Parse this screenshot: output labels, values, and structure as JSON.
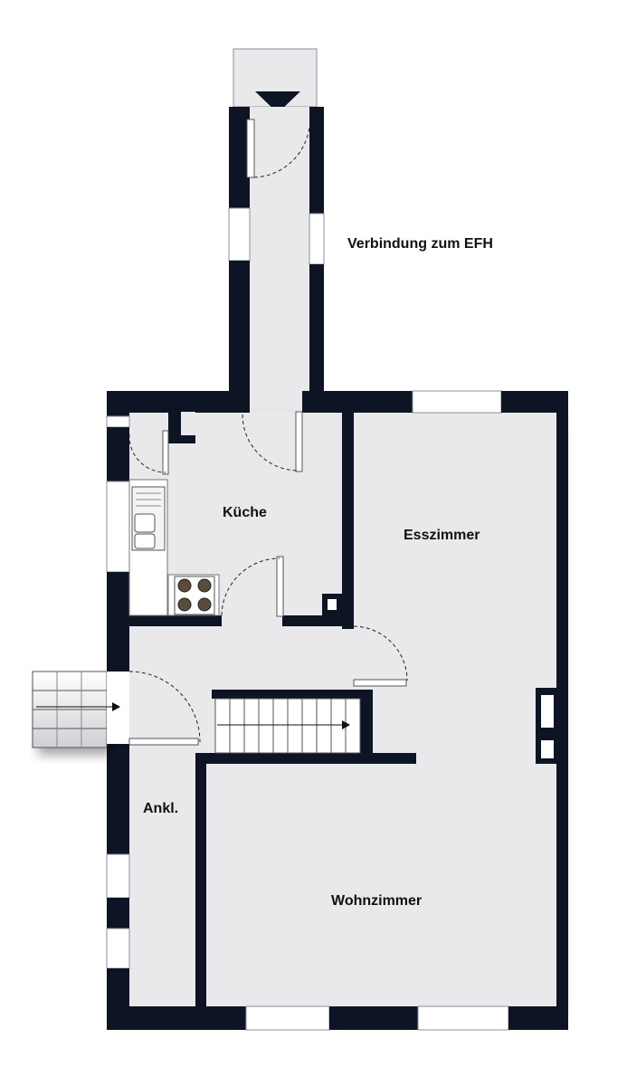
{
  "plan": {
    "rooms": {
      "connection": "Verbindung zum EFH",
      "kitchen": "Küche",
      "dining": "Esszimmer",
      "anteroom": "Ankl.",
      "living": "Wohnzimmer"
    },
    "colors": {
      "wall": "#0d1424",
      "floor": "#e9e9ec",
      "window": "#ffffff",
      "background": "#ffffff"
    },
    "icons": {
      "entrance": "entrance-arrow-icon",
      "stairs_direction": "arrow-right-icon"
    }
  }
}
